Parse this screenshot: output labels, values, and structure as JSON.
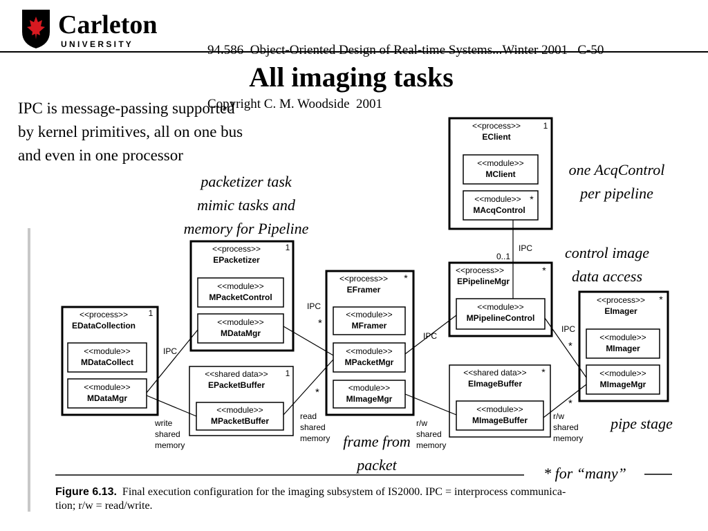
{
  "header": {
    "logo_word": "Carleton",
    "logo_sub": "U N I V E R S I T Y",
    "course_line": "94.586  Object-Oriented Design of Real-time Systems...Winter 2001   C-50",
    "copyright_line": "Copyright C. M. Woodside  2001"
  },
  "title": "All imaging tasks",
  "intro": {
    "line1": "IPC is message-passing supported",
    "line2": "by kernel primitives, all on one bus",
    "line3": "and even in one processor"
  },
  "annotations": {
    "packetizer_1": "packetizer task",
    "packetizer_2": "mimic tasks and",
    "packetizer_3": "memory for Pipeline",
    "acq_1": "one AcqControl",
    "acq_2": "per pipeline",
    "ctrl_1": "control image",
    "ctrl_2": "data access",
    "pipe": "pipe stage",
    "frame_1": "frame from",
    "frame_2": "packet",
    "many": "* for “many”"
  },
  "diagram": {
    "process_stereo": "<<process>>",
    "module_stereo": "<<module>>",
    "module_stereo_alt": "<module>>",
    "shared_stereo": "<<shared data>>",
    "nodes": {
      "edatacollection": {
        "name": "EDataCollection",
        "mult": "1",
        "m1": "MDataCollect",
        "m2": "MDataMgr"
      },
      "epacketizer": {
        "name": "EPacketizer",
        "mult": "1",
        "m1": "MPacketControl",
        "m2": "MDataMgr"
      },
      "epacketbuffer": {
        "name": "EPacketBuffer",
        "mult": "1",
        "m1": "MPacketBuffer"
      },
      "eframer": {
        "name": "EFramer",
        "mult": "*",
        "m1": "MFramer",
        "m2": "MPacketMgr",
        "m3": "MImageMgr"
      },
      "eclient": {
        "name": "EClient",
        "mult": "1",
        "m1": "MClient",
        "m2": "MAcqControl",
        "m2_mult": "*"
      },
      "epipelinemgr": {
        "name": "EPipelineMgr",
        "mult": "*",
        "m1": "MPipelineControl"
      },
      "eimagebuffer": {
        "name": "EImageBuffer",
        "mult": "*",
        "m1": "MImageBuffer"
      },
      "eimager": {
        "name": "EImager",
        "mult": "*",
        "m1": "MImager",
        "m2": "MImageMgr"
      }
    },
    "labels": {
      "ipc": "IPC",
      "star": "*",
      "zero_one": "0..1",
      "write": "write",
      "read": "read",
      "rw": "r/w",
      "shared": "shared",
      "memory": "memory"
    },
    "figure_caption_bold": "Figure 6.13.",
    "figure_caption_1": "Final execution configuration for the imaging subsystem of IS2000. IPC = interprocess communica-",
    "figure_caption_2": "tion; r/w = read/write."
  },
  "colors": {
    "logo_red": "#d71920",
    "ink": "#000000"
  }
}
